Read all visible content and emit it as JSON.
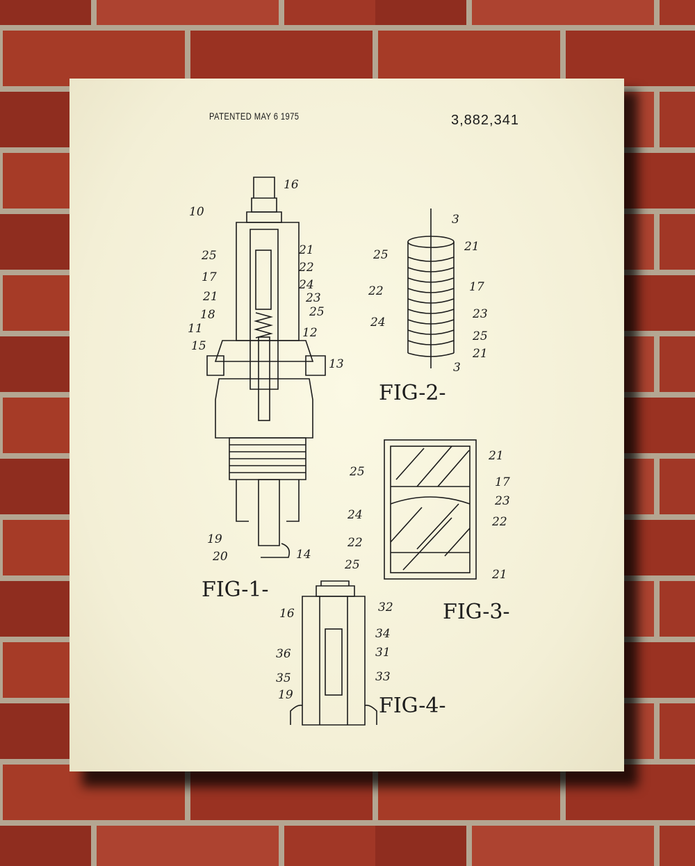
{
  "poster": {
    "patented_text": "PATENTED MAY 6 1975",
    "patent_number": "3,882,341",
    "captions": [
      "FIG-1-",
      "FIG-2-",
      "FIG-3-",
      "FIG-4-"
    ],
    "fig1_labels": [
      "16",
      "10",
      "25",
      "21",
      "22",
      "17",
      "24",
      "23",
      "21",
      "25",
      "18",
      "12",
      "11",
      "15",
      "13",
      "19",
      "20",
      "14"
    ],
    "fig2_labels": [
      "3",
      "21",
      "25",
      "22",
      "17",
      "23",
      "24",
      "25",
      "21",
      "3"
    ],
    "fig3_labels": [
      "21",
      "25",
      "17",
      "23",
      "24",
      "22",
      "22",
      "25",
      "21"
    ],
    "fig4_labels": [
      "32",
      "16",
      "34",
      "36",
      "31",
      "35",
      "33",
      "19"
    ]
  },
  "colors": {
    "brick": "#a33a26",
    "mortar": "#b9ab98",
    "paper": "#f6f3dc",
    "ink": "#1c1c1c"
  }
}
